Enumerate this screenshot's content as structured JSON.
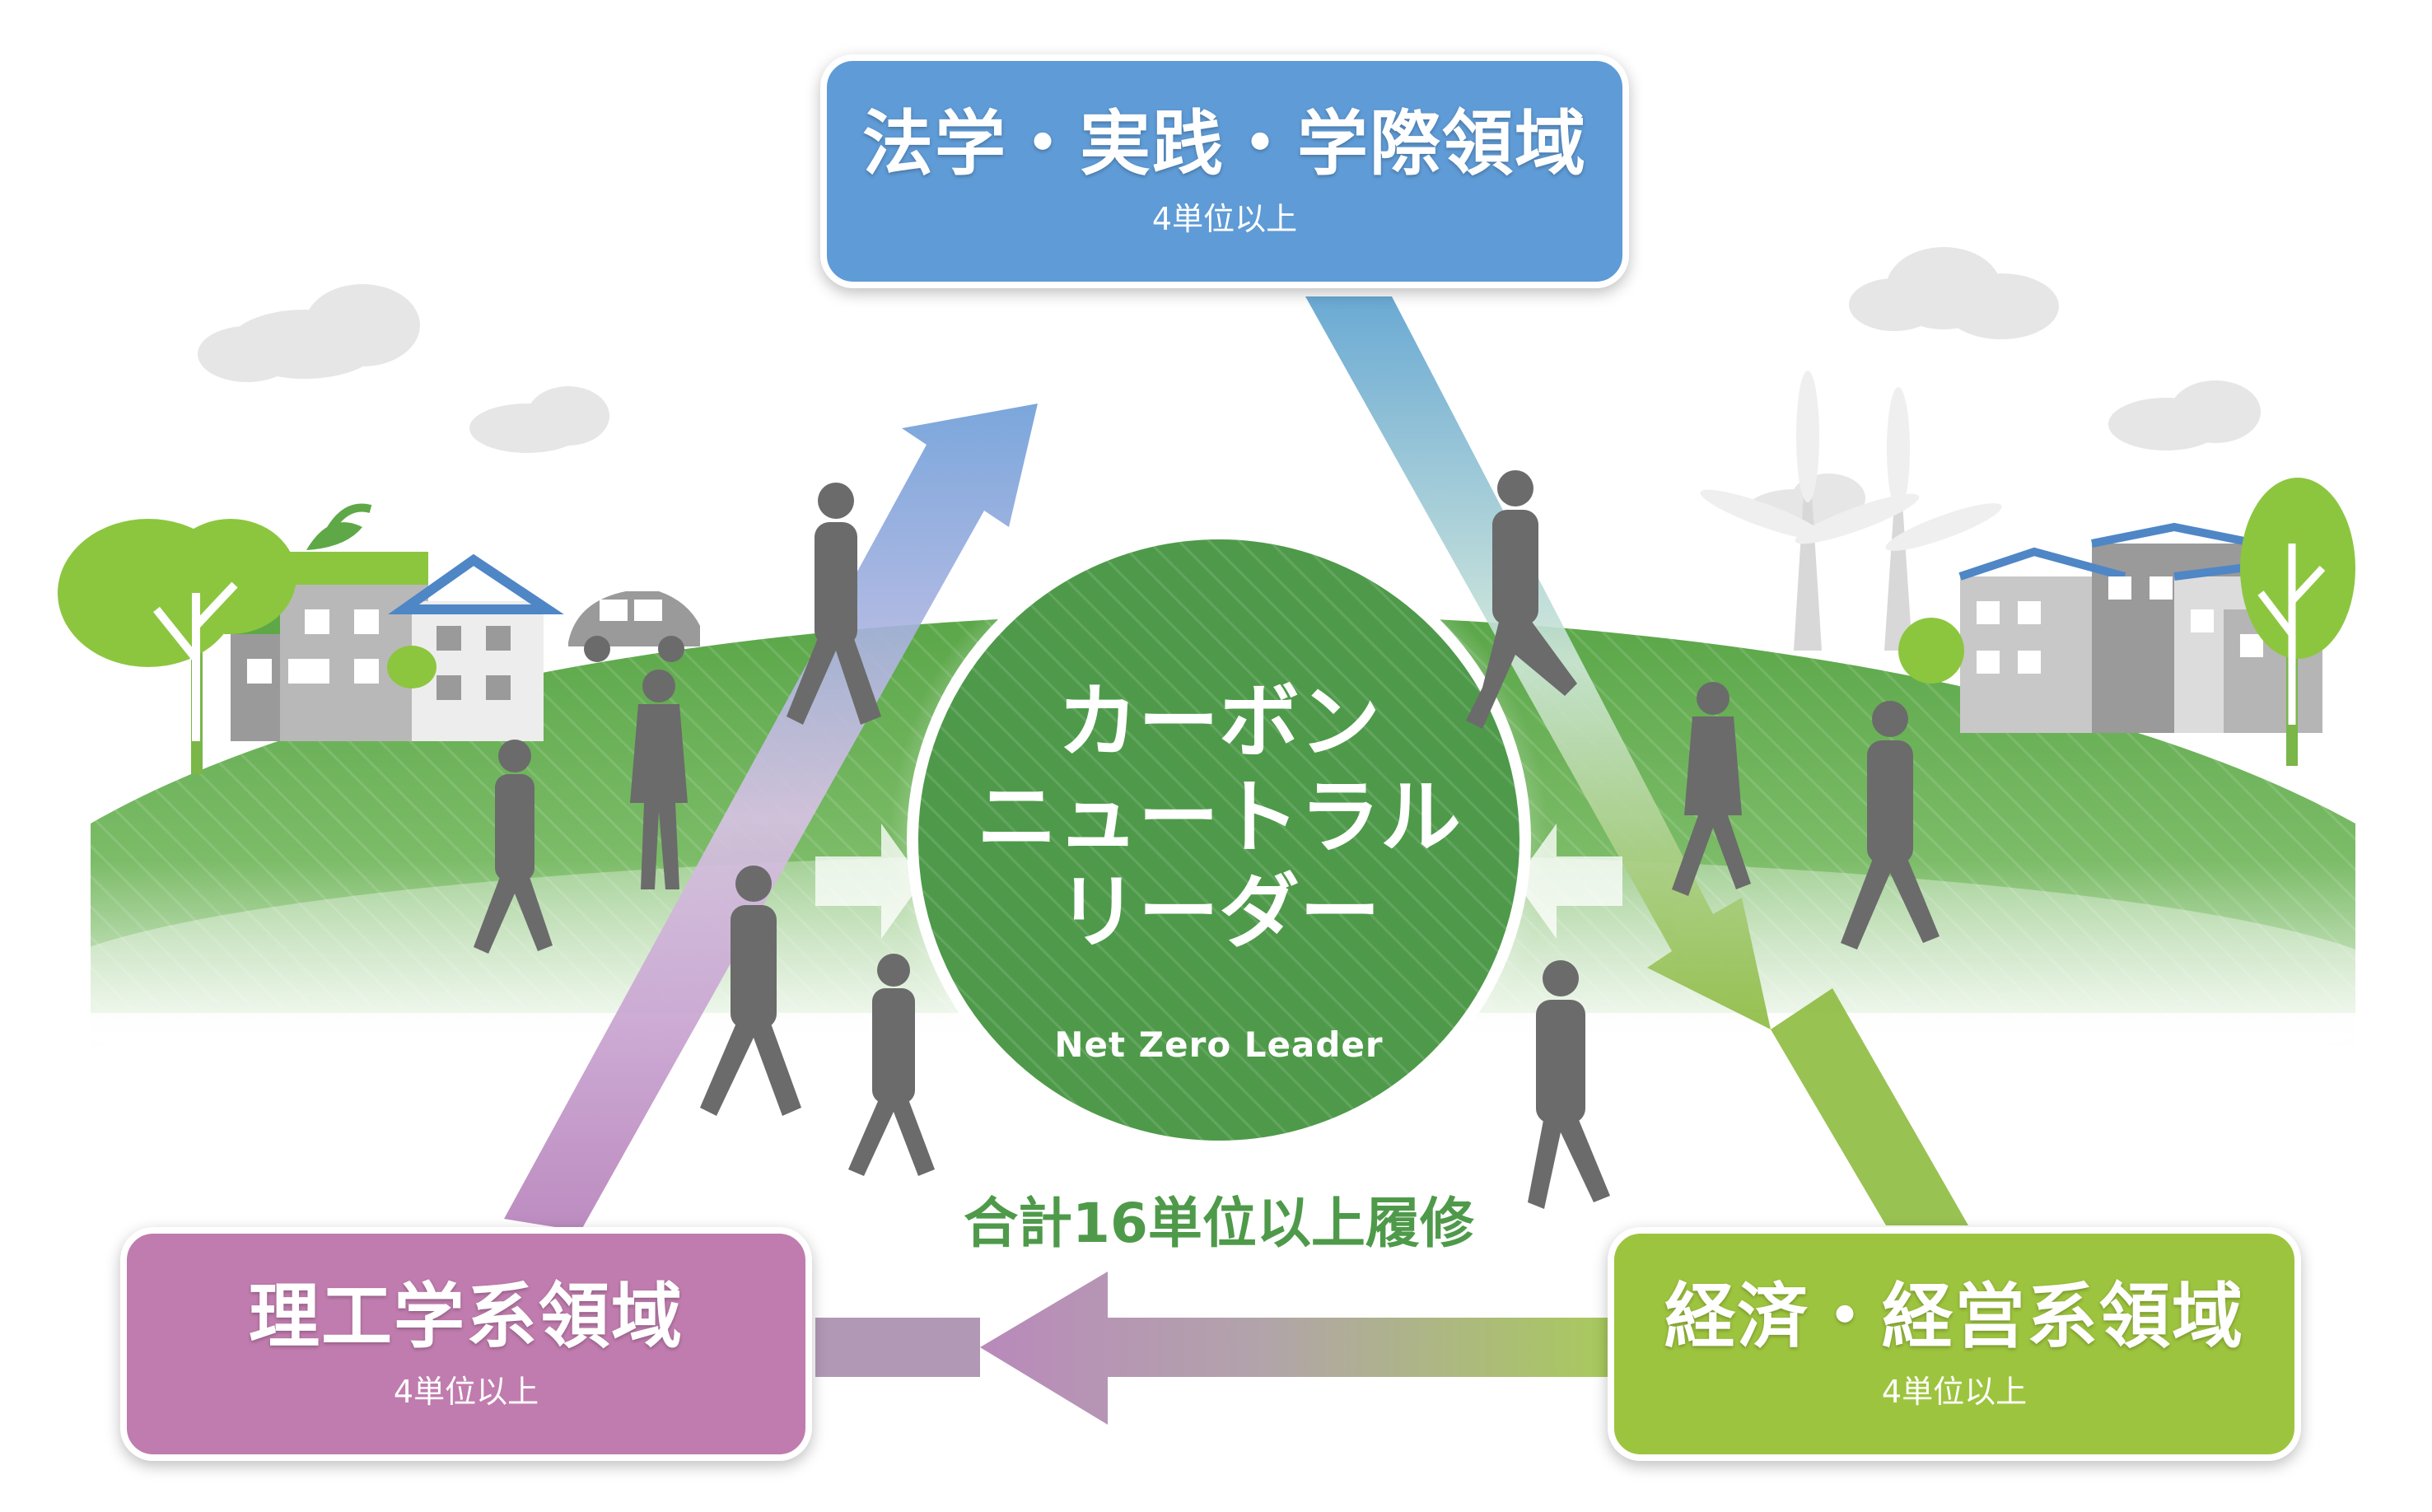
{
  "domains": {
    "top": {
      "title": "法学・実践・学際領域",
      "credit": "4単位以上",
      "color": "#5f9bd6"
    },
    "left": {
      "title": "理工学系領域",
      "credit": "4単位以上",
      "color": "#c07cae"
    },
    "right": {
      "title": "経済・経営系領域",
      "credit": "4単位以上",
      "color": "#9dc43e"
    }
  },
  "center": {
    "title_lines": [
      "カーボン",
      "ニュートラル",
      "リーダー"
    ],
    "subtitle": "Net Zero Leader",
    "color": "#4e9a4a"
  },
  "total_requirement": "合計16単位以上履修",
  "colors": {
    "hill": "#5aa648",
    "hill_light": "#bfe0b0",
    "building": "#9a9a9a",
    "roof": "#5f9bd6",
    "tree": "#8cc63f",
    "person": "#6b6b6b"
  }
}
